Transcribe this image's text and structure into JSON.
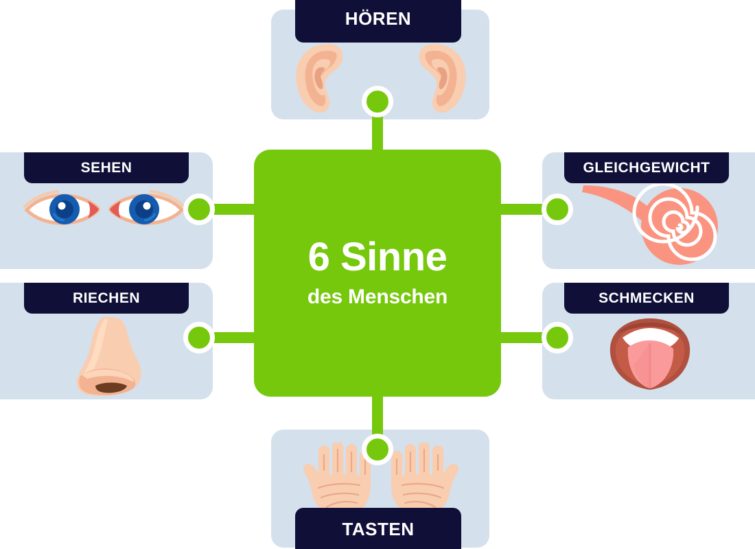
{
  "center": {
    "title": "6 Sinne",
    "subtitle": "des Menschen",
    "bg_color": "#76c80c",
    "text_color": "#ffffff"
  },
  "theme": {
    "green": "#76c80c",
    "navy": "#0f0f38",
    "card_blue": "#d4e0ec",
    "white": "#ffffff",
    "skin": "#f7c9a8",
    "coral": "#fa9480"
  },
  "senses": [
    {
      "id": "hoeren",
      "label": "HÖREN",
      "icon": "ears-icon",
      "position": "top",
      "badge_position": "top"
    },
    {
      "id": "sehen",
      "label": "SEHEN",
      "icon": "eyes-icon",
      "position": "left-upper",
      "badge_position": "top"
    },
    {
      "id": "gleichgewicht",
      "label": "GLEICHGEWICHT",
      "icon": "cochlea-icon",
      "position": "right-upper",
      "badge_position": "top"
    },
    {
      "id": "riechen",
      "label": "RIECHEN",
      "icon": "nose-icon",
      "position": "left-lower",
      "badge_position": "top"
    },
    {
      "id": "schmecken",
      "label": "SCHMECKEN",
      "icon": "mouth-tongue-icon",
      "position": "right-lower",
      "badge_position": "top"
    },
    {
      "id": "tasten",
      "label": "TASTEN",
      "icon": "hands-icon",
      "position": "bottom",
      "badge_position": "bottom"
    }
  ],
  "connectors": {
    "count": 6,
    "dot_color": "#76c80c",
    "ring_color": "#ffffff"
  }
}
